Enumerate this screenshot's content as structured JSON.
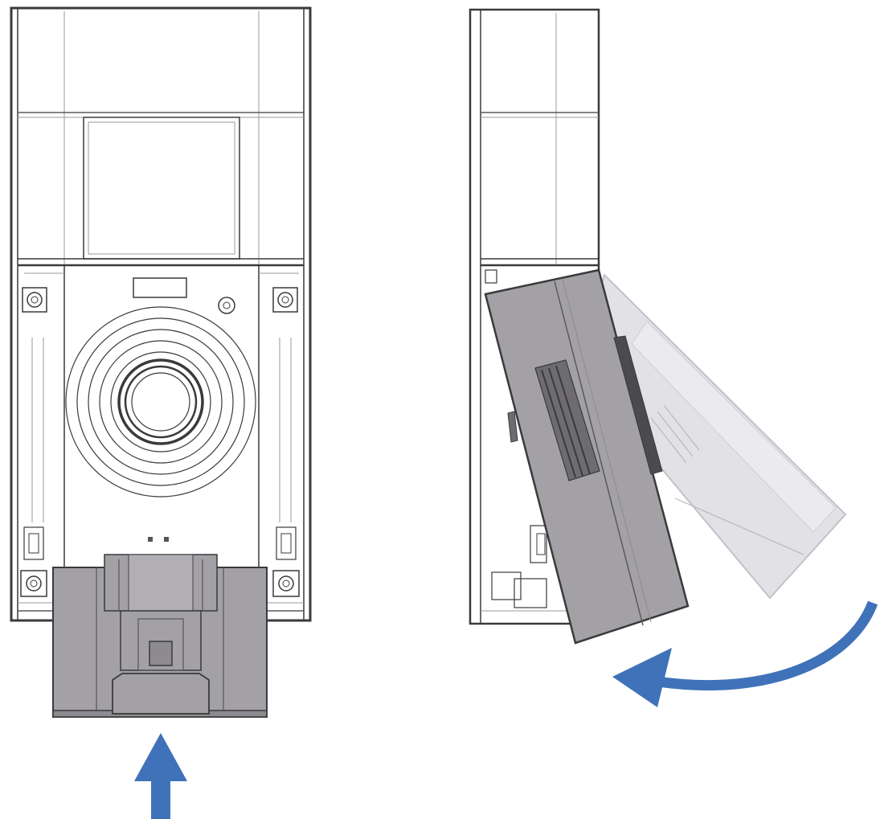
{
  "figure": {
    "panels": [
      {
        "id": "front-view",
        "description_key": "front",
        "action": "slide-up"
      },
      {
        "id": "side-view",
        "description_key": "side",
        "action": "rotate-counterclockwise"
      }
    ]
  },
  "colors": {
    "outline": "#3a3a3a",
    "line_light": "#9a9a9a",
    "unit_fill": "#a3a1a5",
    "unit_fill_dark": "#8d8b90",
    "ghost_fill": "#e2e1e6",
    "arrow": "#3f72b8",
    "background": "#ffffff"
  },
  "icons": {
    "up_arrow": "up-arrow-icon",
    "rotate_arrow": "curved-arrow-icon"
  }
}
